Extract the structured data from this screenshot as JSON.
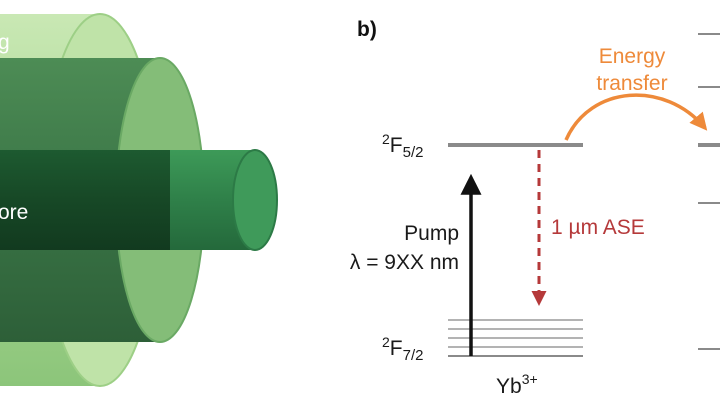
{
  "panel_b": {
    "label": "b)"
  },
  "fiber": {
    "cladding_label": "g",
    "core_label": "ore",
    "colors": {
      "outer": "#b5dea0",
      "middle": "#5a9a60",
      "core": "#2f7a45"
    }
  },
  "levels": {
    "upper": {
      "base": "2",
      "letter": "F",
      "sub": "5/2"
    },
    "lower": {
      "base": "2",
      "letter": "F",
      "sub": "7/2"
    },
    "ion": {
      "base": "Yb",
      "sup": "3+"
    }
  },
  "pump": {
    "line1": "Pump",
    "line2": "λ = 9XX nm"
  },
  "ase": {
    "label": "1 µm ASE",
    "color": "#b5393a"
  },
  "energy_transfer": {
    "line1": "Energy",
    "line2": "transfer",
    "color": "#ee8a3a"
  }
}
